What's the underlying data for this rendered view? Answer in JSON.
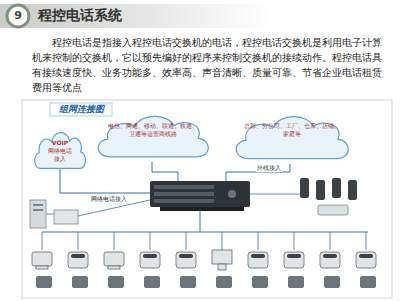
{
  "diagram": {
    "title": "程控电话系统",
    "nodes": [
      {
        "text": [
          "VOIP",
          "网络电话接入"
        ]
      },
      {
        "text": [
          "电信、网通、移动、联通、铁通、卫通等运营商线路"
        ]
      },
      {
        "text": [
          "总部、分公司、工厂、仓库、店铺、家庭等"
        ]
      }
    ],
    "labels": [
      "9",
      "程控电话是指接入程控电话交换机的电话，程控电话交换机是利用电子计算机来控制的交换机，它以预先编好的程序来控制交换机的接续动作。程控电话具有接续速度快、业务功能多、效率高、声音清晰、质量可靠、节省企业电话租赁费用等优点",
      "组网连接图",
      "网络电话接入",
      "外线接入"
    ]
  }
}
